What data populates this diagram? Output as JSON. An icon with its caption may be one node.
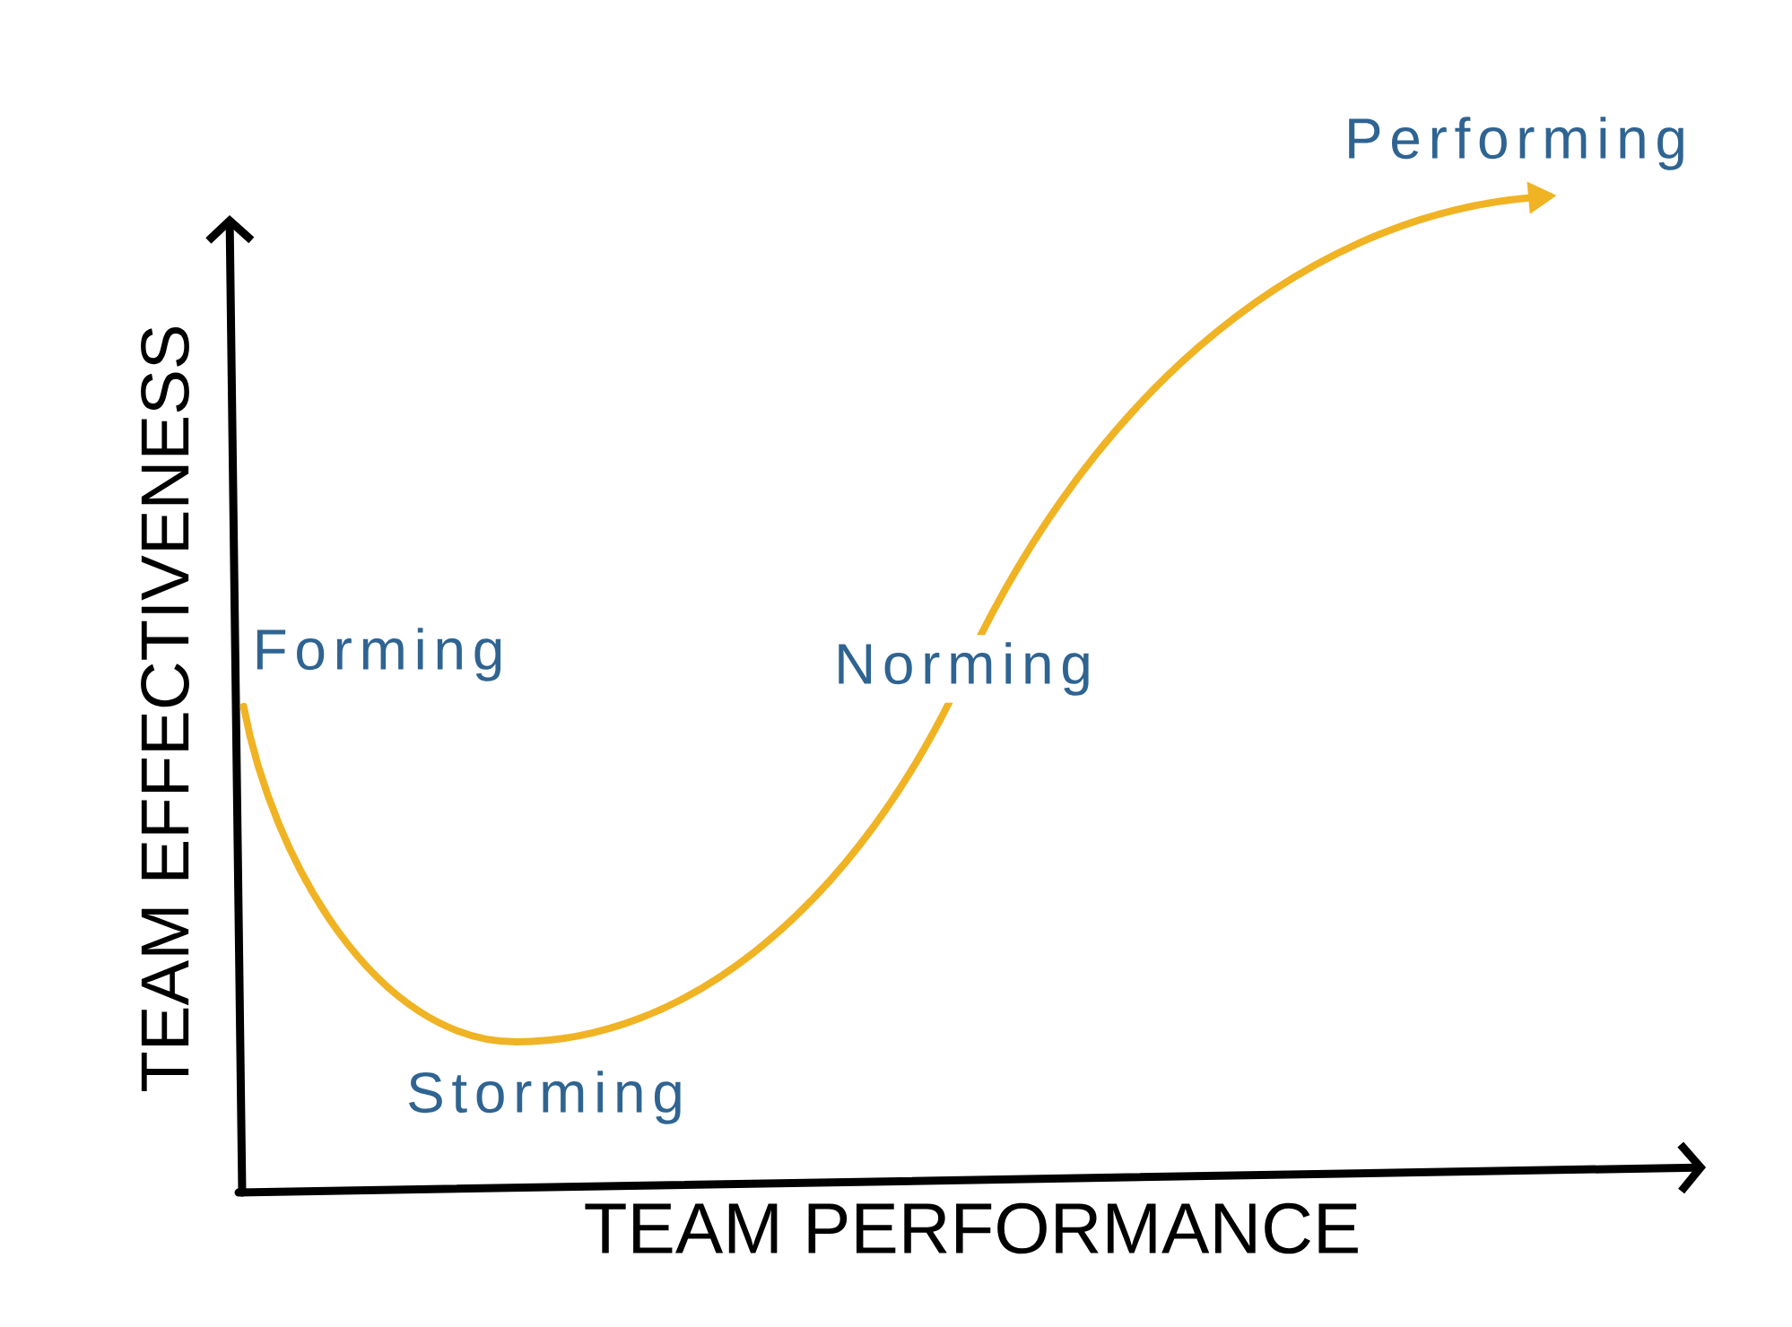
{
  "diagram": {
    "nodes": [
      {
        "text": [
          "Forming"
        ]
      },
      {
        "text": [
          "Performing"
        ]
      }
    ],
    "edges": [
      {
        "from": 0,
        "to": 1,
        "arrow": "to",
        "label": "Norming",
        "color": "#f0b323"
      }
    ],
    "labels": [
      "TEAM EFFECTIVENESS",
      "Storming",
      "TEAM PERFORMANCE"
    ]
  }
}
